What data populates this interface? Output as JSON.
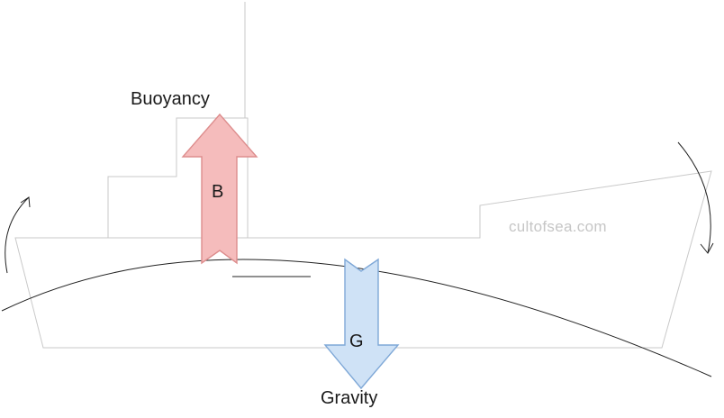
{
  "diagram": {
    "title": "Ship longitudinal stability forces diagram",
    "labels": {
      "buoyancy": "Buoyancy",
      "b": "B",
      "g": "G",
      "gravity": "Gravity"
    },
    "watermark": "cultofsea.com",
    "colors": {
      "buoyancy_fill": "#f5bcbc",
      "buoyancy_stroke": "#dd8d8d",
      "gravity_fill": "#cfe2f6",
      "gravity_stroke": "#7fa8d7",
      "ship_outline": "#c9c9c9",
      "line_color": "#222222",
      "watermark_color": "#c6c6c6"
    }
  }
}
